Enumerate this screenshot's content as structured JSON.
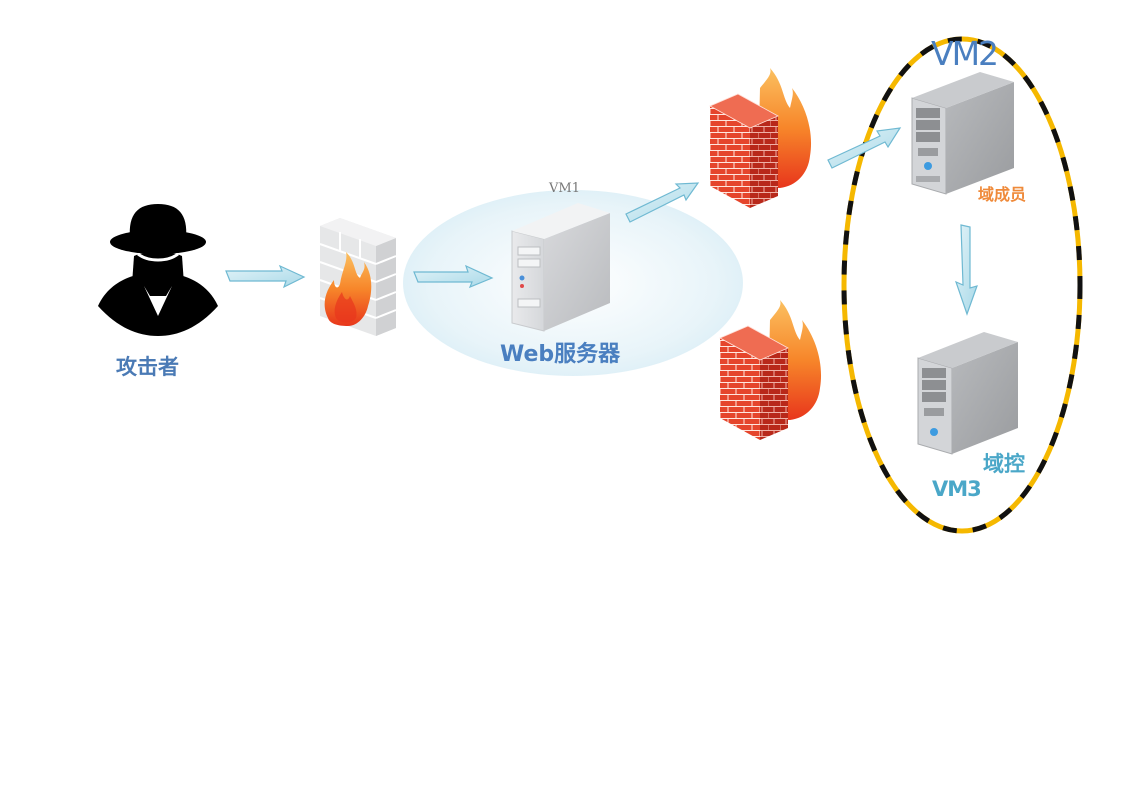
{
  "diagram": {
    "nodes": {
      "attacker": {
        "label": "攻击者",
        "icon": "hacker-icon"
      },
      "firewall_1": {
        "icon": "firewall-gray-icon"
      },
      "web_server": {
        "label": "Web服务器",
        "vm_label": "VM1",
        "icon": "server-icon"
      },
      "firewall_2": {
        "icon": "firewall-red-icon"
      },
      "firewall_3": {
        "icon": "firewall-red-icon"
      },
      "domain_member": {
        "label": "域成员",
        "vm_label": "VM2",
        "icon": "server-icon"
      },
      "domain_controller": {
        "label": "域控",
        "vm_label": "VM3",
        "icon": "server-icon"
      }
    },
    "edges": [
      {
        "from": "attacker",
        "to": "firewall_1"
      },
      {
        "from": "firewall_1",
        "to": "web_server"
      },
      {
        "from": "web_server",
        "to": "firewall_2"
      },
      {
        "from": "firewall_2",
        "to": "domain_member"
      },
      {
        "from": "domain_member",
        "to": "domain_controller"
      }
    ],
    "groups": [
      {
        "name": "domain",
        "members": [
          "domain_member",
          "domain_controller"
        ],
        "border_colors": [
          "#f5b800",
          "#111111"
        ]
      },
      {
        "name": "vm1-zone",
        "members": [
          "web_server"
        ],
        "fill": "#e3f2f8"
      }
    ],
    "colors": {
      "arrow_fill": "#c5e6f0",
      "arrow_stroke": "#6fb9d2",
      "label_blue": "#4a7fc0",
      "label_cyan": "#4aa7c8",
      "label_orange": "#ef8a3a"
    }
  }
}
